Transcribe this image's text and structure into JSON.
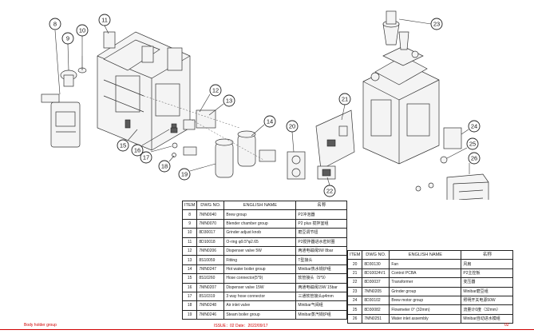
{
  "callouts": [
    "8",
    "9",
    "10",
    "11",
    "12",
    "13",
    "14",
    "15",
    "16",
    "17",
    "18",
    "19",
    "20",
    "21",
    "22",
    "23",
    "24",
    "25",
    "26"
  ],
  "left_table": {
    "headers": [
      "ITEM",
      "DWG NO.",
      "ENGLISH NAME",
      "名称"
    ],
    "rows": [
      [
        "8",
        "7MN0040",
        "Brew group",
        "P2冲泡器"
      ],
      [
        "9",
        "7MN0070",
        "Blender chamber group",
        "P2 plus 搅拌室组"
      ],
      [
        "10",
        "8D30017",
        "Grinder adjust knob",
        "磨豆调节钮"
      ],
      [
        "11",
        "8D10018",
        "O-ring φ9.5*φ2.65",
        "P2搅拌器进水密封圈"
      ],
      [
        "12",
        "7MN0206",
        "Dispenser valve 5W",
        "两通电磁阀5W 8bar"
      ],
      [
        "13",
        "8S10059",
        "Fitting",
        "T型接头"
      ],
      [
        "14",
        "7MN0247",
        "Hot water boiler group",
        "Minibar热水锅炉组"
      ],
      [
        "15",
        "8S10260",
        "Hose connector(5*9)",
        "软管接头（5*9）"
      ],
      [
        "16",
        "7MN0207",
        "Dispenser valve 15W",
        "两通电磁阀15W 15bar"
      ],
      [
        "17",
        "8S10319",
        "3 way hose connector",
        "三通软管接头φ4mm"
      ],
      [
        "18",
        "7MN0248",
        "Air inlet valve",
        "Minibar气阀组"
      ],
      [
        "19",
        "7MN0246",
        "Steam boiler group",
        "Minibar蒸汽锅炉组"
      ]
    ]
  },
  "right_table": {
    "headers": [
      "ITEM",
      "DWG NO.",
      "ENGLISH NAME",
      "名称"
    ],
    "rows": [
      [
        "20",
        "8D30130",
        "Fan",
        "风扇"
      ],
      [
        "21",
        "8D10024V1",
        "Control PCBA",
        "P2主控板"
      ],
      [
        "22",
        "8D30037",
        "Transformer",
        "变压器"
      ],
      [
        "23",
        "7MN0205",
        "Grinder group",
        "Minibar磨豆组"
      ],
      [
        "24",
        "8D30102",
        "Brew motor group",
        "照明开关电源50W"
      ],
      [
        "25",
        "8D30082",
        "Flowmeter 0° (32mm)",
        "流量计0度（32mm）"
      ],
      [
        "26",
        "7MN0251",
        "Water inlet assembly",
        "Minibar自动进水模组"
      ]
    ]
  },
  "footer": {
    "left": "Body holder group",
    "center": "ISSUE：02      Date：2022/09/17",
    "right": "02"
  }
}
